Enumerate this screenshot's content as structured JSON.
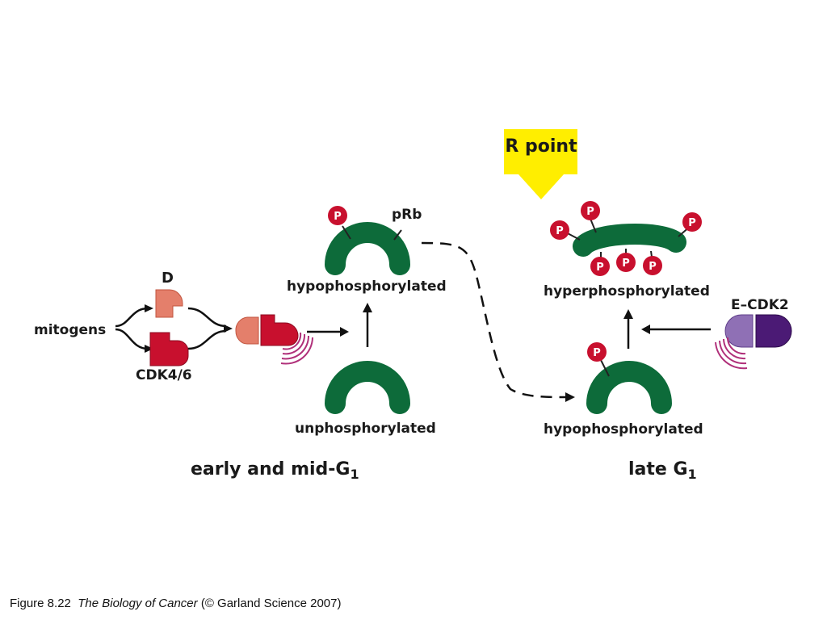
{
  "figure": {
    "labels": {
      "r_point": "R point",
      "prb": "pRb",
      "hypo_left": "hypophosphorylated",
      "hyper": "hyperphosphorylated",
      "unphos": "unphosphorylated",
      "hypo_right": "hypophosphorylated",
      "cyclin_d": "D",
      "mitogens": "mitogens",
      "cdk46": "CDK4/6",
      "ecdk2": "E–CDK2",
      "early": "early and mid-G",
      "early_sub": "1",
      "late": "late G",
      "late_sub": "1",
      "phosphate": "P"
    },
    "caption": {
      "prefix": "Figure 8.22",
      "book": "The Biology of Cancer",
      "suffix": "(© Garland Science 2007)"
    },
    "colors": {
      "prb_green": "#0d6b3a",
      "phosphate_red": "#c8102e",
      "cdk_red": "#c8102e",
      "cyclin_salmon": "#e47f6b",
      "cyclin_e_light": "#8f70b5",
      "cdk2_dark": "#4b1a75",
      "activity_arcs": "#b0307a",
      "r_point_yellow": "#ffee00"
    }
  }
}
